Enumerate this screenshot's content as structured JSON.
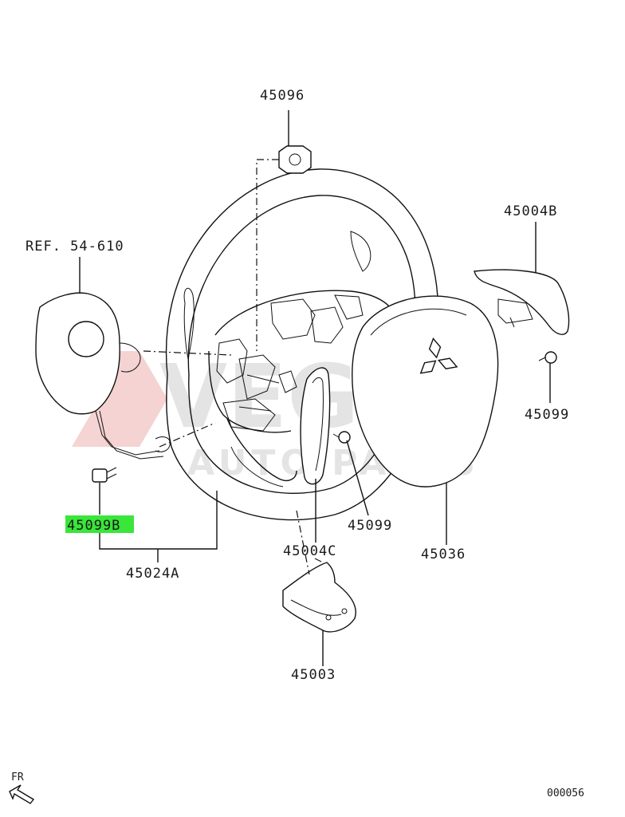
{
  "watermark": {
    "main": "VEGA",
    "sub": "AUTO PARTS"
  },
  "labels": {
    "p45096": "45096",
    "ref": "REF. 54-610",
    "p45004B": "45004B",
    "p45099_right": "45099",
    "p45099B": "45099B",
    "p45099_center": "45099",
    "p45004C": "45004C",
    "p45036": "45036",
    "p45024A": "45024A",
    "p45003": "45003",
    "fr": "FR",
    "code": "000056"
  },
  "colors": {
    "highlight": "#39e639",
    "watermark": "#b0b0b0",
    "watermark_accent": "#d33a3a"
  }
}
